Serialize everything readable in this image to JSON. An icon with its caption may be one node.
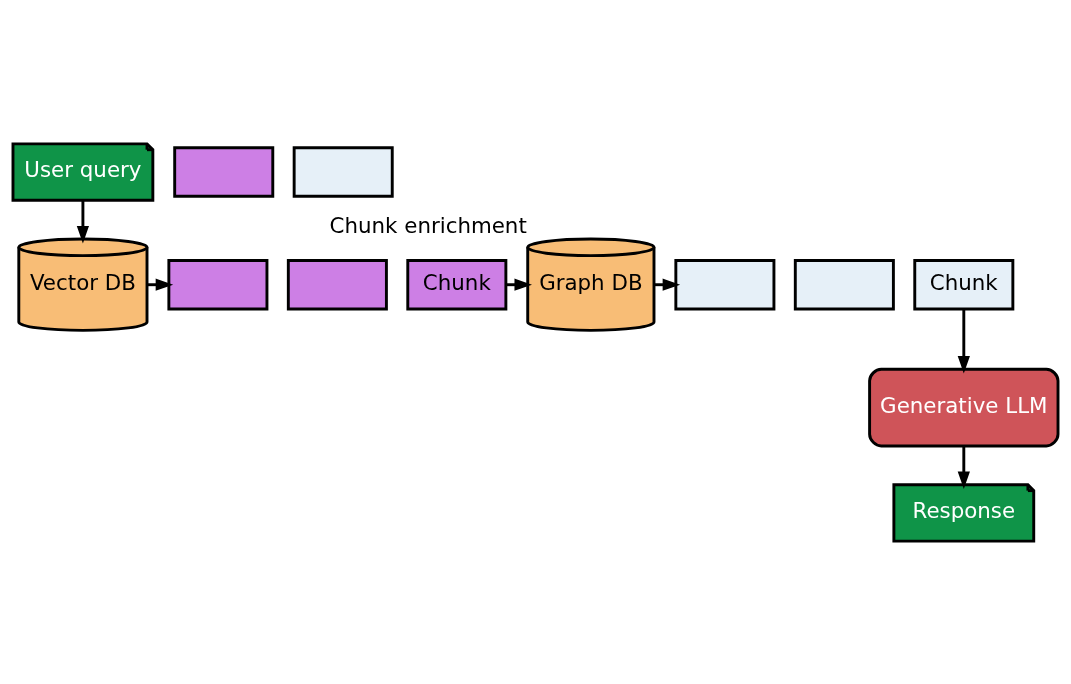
{
  "diagram": {
    "nodes": [
      {
        "text": [
          "User query"
        ]
      },
      {
        "text": [
          "Vector DB"
        ]
      },
      {
        "text": [],
        "shape": "box"
      },
      {
        "text": [],
        "shape": "box"
      },
      {
        "text": [],
        "shape": "box"
      },
      {
        "text": [
          "Chunk"
        ]
      },
      {
        "text": [
          "Graph DB"
        ],
        "beside": [
          "Chunk enrichment"
        ]
      },
      {
        "text": [],
        "shape": "box"
      },
      {
        "text": [],
        "shape": "box"
      },
      {
        "text": [],
        "shape": "box"
      },
      {
        "text": [
          "Chunk"
        ]
      },
      {
        "text": [
          "Generative LLM"
        ]
      },
      {
        "text": [
          "Response"
        ]
      }
    ],
    "edges": [
      {
        "from": 0,
        "to": 1,
        "arrow": "to"
      },
      {
        "from": 1,
        "to": 3,
        "arrow": "to"
      },
      {
        "from": 5,
        "to": 6,
        "arrow": "to"
      },
      {
        "from": 6,
        "to": 8,
        "arrow": "to"
      },
      {
        "from": 10,
        "to": 11,
        "arrow": "to"
      },
      {
        "from": 11,
        "to": 12,
        "arrow": "to"
      }
    ]
  }
}
